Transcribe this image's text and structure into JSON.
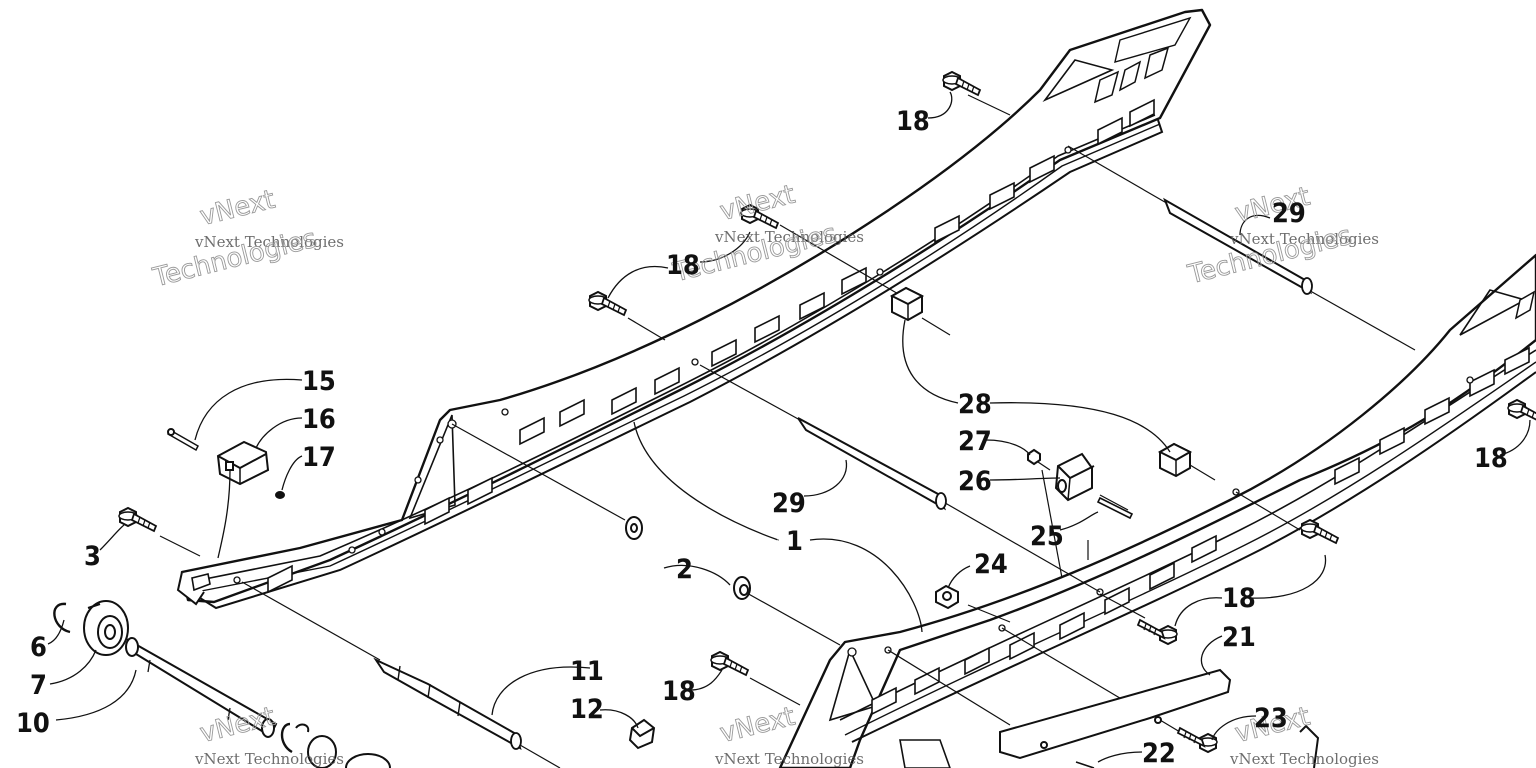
{
  "diagram": {
    "callouts": [
      {
        "id": "c18a",
        "label": "18"
      },
      {
        "id": "c18b",
        "label": "18"
      },
      {
        "id": "c29a",
        "label": "29"
      },
      {
        "id": "c15",
        "label": "15"
      },
      {
        "id": "c16",
        "label": "16"
      },
      {
        "id": "c17",
        "label": "17"
      },
      {
        "id": "c28",
        "label": "28"
      },
      {
        "id": "c27",
        "label": "27"
      },
      {
        "id": "c26",
        "label": "26"
      },
      {
        "id": "c29b",
        "label": "29"
      },
      {
        "id": "c18c",
        "label": "18"
      },
      {
        "id": "c3",
        "label": "3"
      },
      {
        "id": "c25",
        "label": "25"
      },
      {
        "id": "c1",
        "label": "1"
      },
      {
        "id": "c2",
        "label": "2"
      },
      {
        "id": "c24",
        "label": "24"
      },
      {
        "id": "c18d",
        "label": "18"
      },
      {
        "id": "c6",
        "label": "6"
      },
      {
        "id": "c21",
        "label": "21"
      },
      {
        "id": "c7",
        "label": "7"
      },
      {
        "id": "c11",
        "label": "11"
      },
      {
        "id": "c18e",
        "label": "18"
      },
      {
        "id": "c12",
        "label": "12"
      },
      {
        "id": "c10",
        "label": "10"
      },
      {
        "id": "c23",
        "label": "23"
      },
      {
        "id": "c22",
        "label": "22"
      }
    ],
    "watermark": {
      "line1": "vNext",
      "line2": "vNext Technologies",
      "line3": "Technologies"
    }
  }
}
